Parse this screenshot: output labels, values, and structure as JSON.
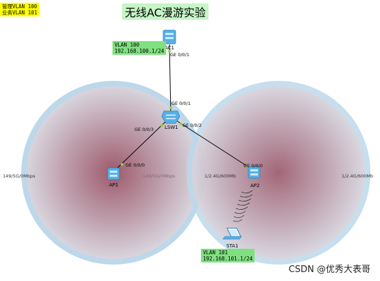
{
  "title": "无线AC漫游实验",
  "legend_note": {
    "line1": "管理VLAN 100",
    "line2": "业务VLAN 101"
  },
  "ac_note": {
    "line1": "VLAN 100",
    "line2": "192.168.100.1/24"
  },
  "sta_note": {
    "line1": "VLAN 101",
    "line2": "192.168.101.1/24"
  },
  "devices": {
    "ac1": "AC1",
    "lsw1": "LSW1",
    "ap1": "AP1",
    "ap2": "AP2",
    "sta1": "STA1"
  },
  "ports": {
    "ac1_up": "GE 0/0/1",
    "lsw1_top": "GE 0/0/1",
    "lsw1_left": "GE 0/0/3",
    "lsw1_right": "GE 0/0/2",
    "ap1_port": "GE 0/0/0",
    "ap2_port": "GE 0/0/0"
  },
  "coverage": {
    "ap1_outer": "149/5G/0Mbps",
    "ap1_inner": "149/5G/0Mbps",
    "ap2_inner": "1/2.4G/600Mb",
    "ap2_outer": "1/2.4G/600Mb"
  },
  "watermark": "CSDN @优秀大表哥",
  "colors": {
    "ring": "#bcd8ea",
    "coverage_center": "#a05b6c",
    "coverage_edge": "#d5c6cc",
    "device": "#58b0e6",
    "link": "#000000",
    "port_dot": "#8fd43a",
    "note_green": "#7fe07f",
    "note_yellow": "#ffff00"
  }
}
